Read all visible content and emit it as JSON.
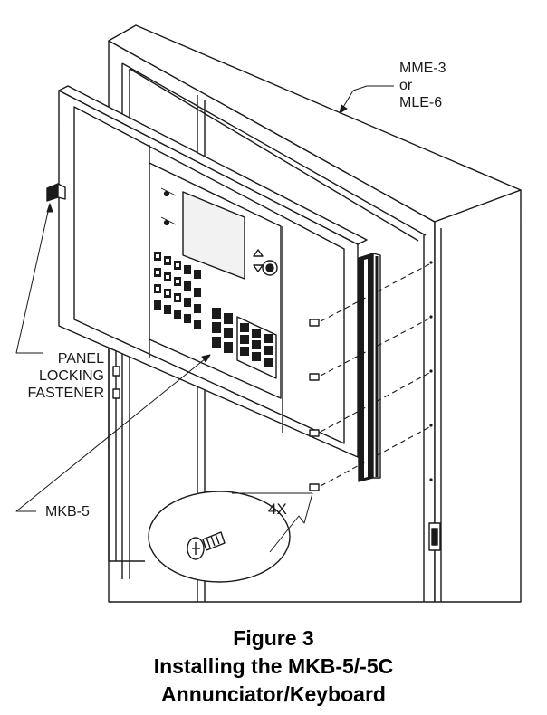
{
  "labels": {
    "enclosure_model": [
      "MME-3",
      "or",
      "MLE-6"
    ],
    "locking_fastener": [
      "PANEL",
      "LOCKING",
      "FASTENER"
    ],
    "keyboard_model": "MKB-5",
    "screw_quantity": "4X"
  },
  "caption": {
    "figure_number": "Figure 3",
    "title_line1": "Installing the MKB-5/-5C",
    "title_line2": "Annunciator/Keyboard"
  },
  "colors": {
    "line": "#1a1a1a",
    "panel_fill": "#ffffff",
    "display_fill": "#f2f2f2",
    "key_fill": "#1a1a1a",
    "gasket_fill": "#1a1a1a"
  }
}
